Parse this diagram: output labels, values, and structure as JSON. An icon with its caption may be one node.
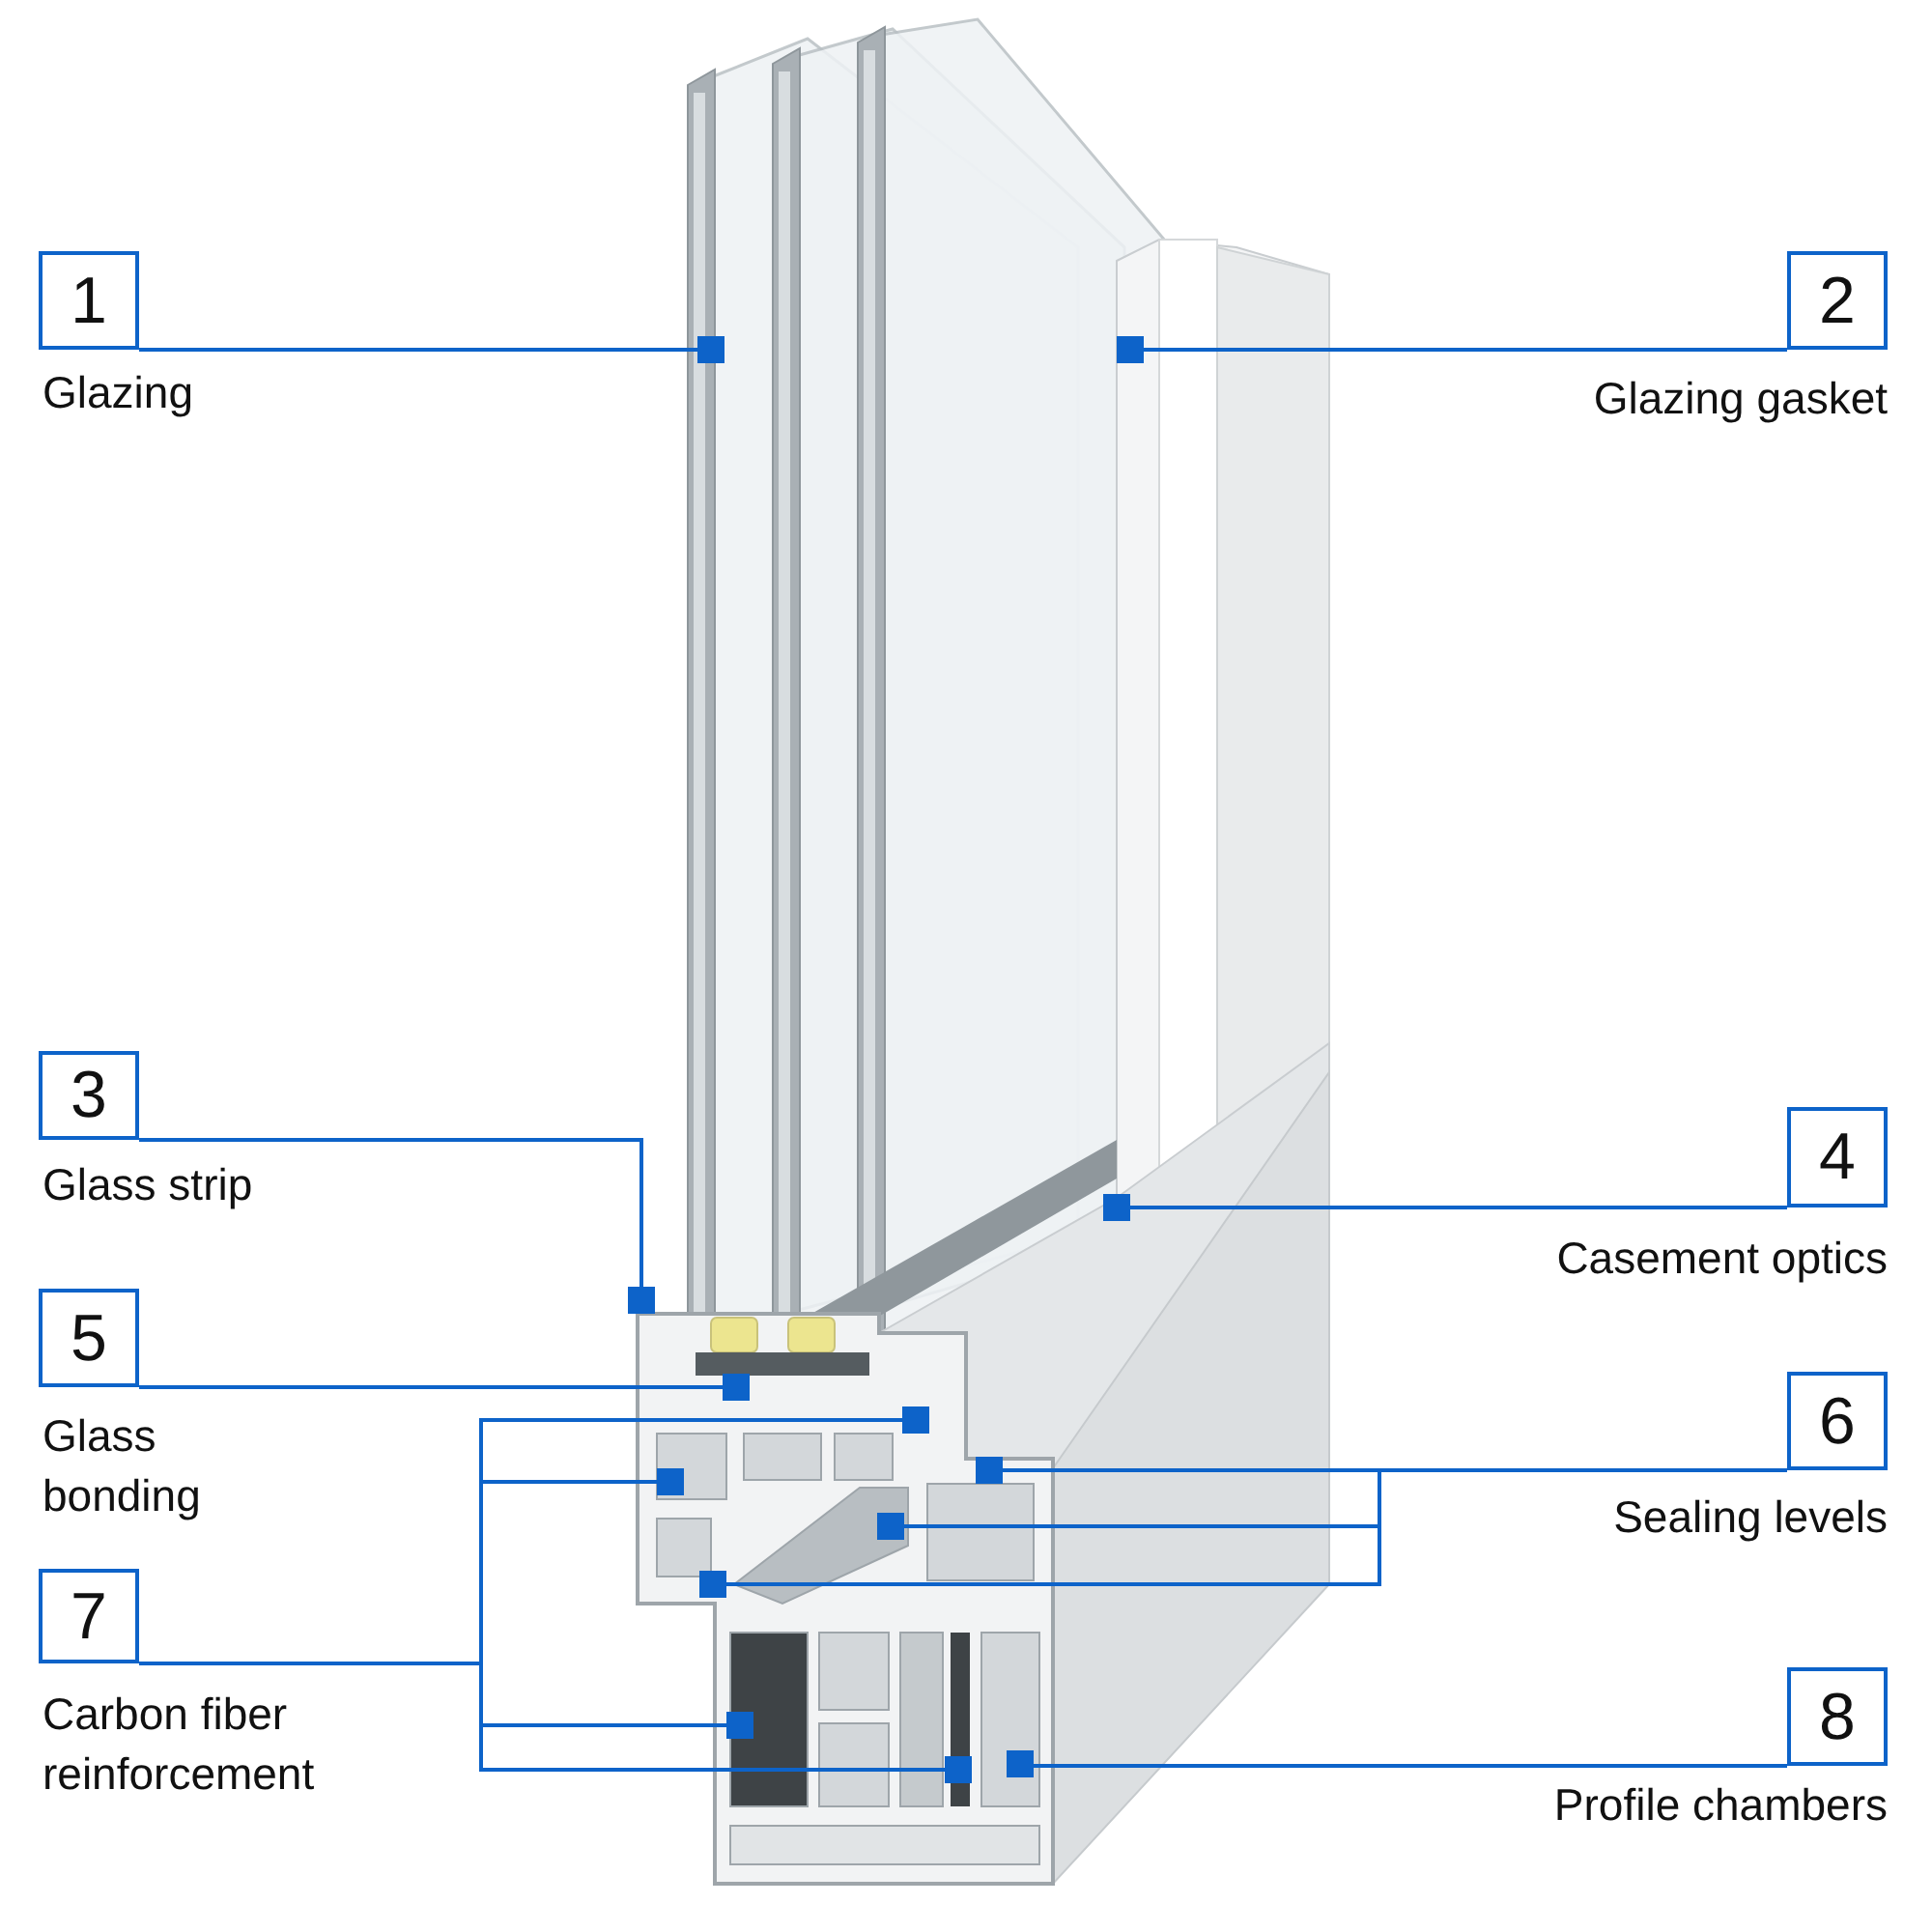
{
  "diagram": {
    "nodes": [
      {
        "text": [
          "1"
        ],
        "beside": [
          "Glazing"
        ]
      },
      {
        "text": [
          "2"
        ],
        "beside": [
          "Glazing gasket"
        ]
      },
      {
        "text": [
          "3"
        ],
        "beside": [
          "Glass strip"
        ]
      },
      {
        "text": [
          "4"
        ],
        "beside": [
          "Casement optics"
        ]
      },
      {
        "text": [
          "5"
        ],
        "beside": [
          "Glass bonding"
        ]
      },
      {
        "text": [
          "6"
        ],
        "beside": [
          "Sealing levels"
        ]
      },
      {
        "text": [
          "7"
        ],
        "beside": [
          "Carbon fiber reinforcement"
        ]
      },
      {
        "text": [
          "8"
        ],
        "beside": [
          "Profile chambers"
        ]
      },
      {
        "text": [],
        "shape": "box"
      },
      {
        "text": [],
        "shape": "box"
      },
      {
        "text": [],
        "shape": "box"
      },
      {
        "text": [],
        "shape": "box"
      },
      {
        "text": [],
        "shape": "box"
      },
      {
        "text": [],
        "shape": "box"
      },
      {
        "text": [],
        "shape": "box"
      },
      {
        "text": [],
        "shape": "box"
      },
      {
        "text": [],
        "shape": "box"
      },
      {
        "text": [],
        "shape": "box"
      },
      {
        "text": [],
        "shape": "box"
      },
      {
        "text": [],
        "shape": "box"
      },
      {
        "text": [],
        "shape": "box"
      }
    ],
    "edges": [
      {
        "from": 0,
        "to": 8,
        "arrow": "none"
      },
      {
        "from": 1,
        "to": 9,
        "arrow": "none"
      },
      {
        "from": 2,
        "to": 11,
        "arrow": "none"
      },
      {
        "from": 3,
        "to": 10,
        "arrow": "none"
      },
      {
        "from": 4,
        "to": 12,
        "arrow": "none"
      },
      {
        "from": 5,
        "to": 14,
        "arrow": "none"
      },
      {
        "from": 5,
        "to": 16,
        "arrow": "none"
      },
      {
        "from": 5,
        "to": 17,
        "arrow": "none"
      },
      {
        "from": 6,
        "to": 13,
        "arrow": "none"
      },
      {
        "from": 6,
        "to": 15,
        "arrow": "none"
      },
      {
        "from": 6,
        "to": 18,
        "arrow": "none"
      },
      {
        "from": 6,
        "to": 19,
        "arrow": "none"
      },
      {
        "from": 7,
        "to": 20,
        "arrow": "none"
      }
    ]
  }
}
